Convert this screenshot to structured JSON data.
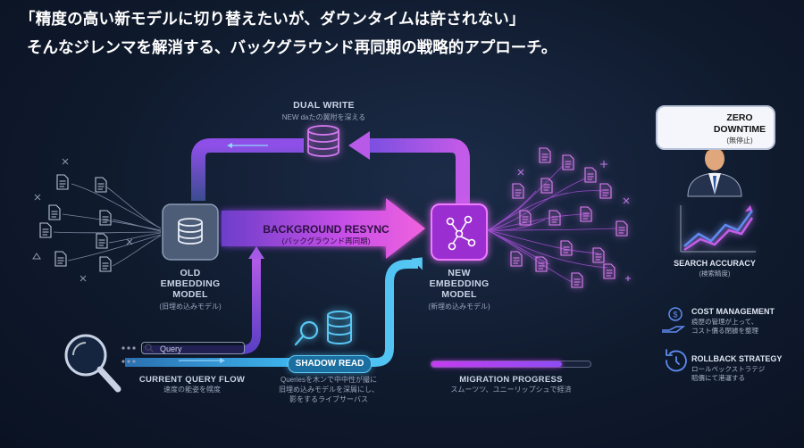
{
  "header": {
    "line1": "「精度の高い新モデルに切り替えたいが、ダウンタイムは許されない」",
    "line2": "そんなジレンマを解消する、バックグラウンド再同期の戦略的アプローチ。"
  },
  "dual_write": {
    "title": "DUAL WRITE",
    "subtitle": "NEW daたの翼附を深える"
  },
  "background_resync": {
    "title": "BACKGROUND RESYNC",
    "subtitle": "(バックグラウンド再同期)"
  },
  "old_model": {
    "line1": "OLD",
    "line2": "EMBEDDING",
    "line3": "MODEL",
    "subtitle": "(旧埋め込みモデル)"
  },
  "new_model": {
    "line1": "NEW",
    "line2": "EMBEDDING",
    "line3": "MODEL",
    "subtitle": "(新埋め込みモデル)"
  },
  "query": {
    "placeholder": "Query"
  },
  "current_query_flow": {
    "title": "CURRENT QUERY FLOW",
    "subtitle": "速度の能姿を幌度"
  },
  "shadow_read": {
    "title": "SHADOW READ",
    "line1": "Queriesを木ンで中中性が撮に",
    "line2": "旧埋め込みモデルを深屑にし、",
    "line3": "影をするライブサーバス"
  },
  "migration_progress": {
    "title": "MIGRATION PROGRESS",
    "subtitle": "スムーツツ、ユニーリップシュで経済",
    "fraction": 0.82
  },
  "zero_downtime": {
    "line1": "ZERO",
    "line2": "DOWNTIME",
    "subtitle": "(無停止)"
  },
  "search_accuracy": {
    "title": "SEARCH ACCURACY",
    "subtitle": "(検索精度)"
  },
  "cost_management": {
    "title": "COST MANAGEMENT",
    "line1": "痕歴の管理が上って、",
    "line2": "コスト價る閉據を整理"
  },
  "rollback_strategy": {
    "title": "ROLLBACK STRATEGY",
    "line1": "ロールペックストラテジ",
    "line2": "賠價にて港運する"
  },
  "icons": [
    "database-icon",
    "network-icon",
    "search-icon",
    "check-icon",
    "businessman-icon",
    "growth-chart-icon",
    "cost-hand-icon",
    "rollback-icon",
    "document-icon"
  ],
  "colors": {
    "background": "#0f1a2d",
    "purple_accent": "#c53cf0",
    "magenta_accent": "#e94fd6",
    "cyan_accent": "#3fb8f0",
    "violet_accent": "#7c4de8"
  }
}
